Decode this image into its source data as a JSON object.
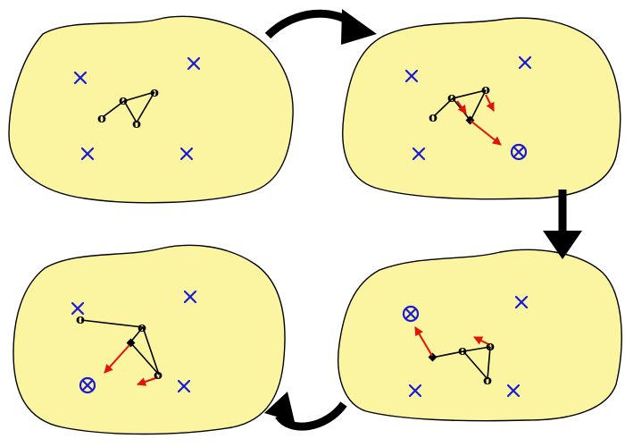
{
  "diagram": {
    "colors": {
      "region_fill": "#fbf5a1",
      "marker": "#1a1ad6",
      "force_arrow": "#e0140c",
      "edge": "#000000"
    },
    "node_glyph": "o",
    "marker_icon": "x-mark-icon",
    "target_icon": "circled-x-target-icon",
    "centroid_icon": "diamond-icon",
    "panels": [
      {
        "id": "top-left",
        "step": 1
      },
      {
        "id": "top-right",
        "step": 2
      },
      {
        "id": "bottom-right",
        "step": 3
      },
      {
        "id": "bottom-left",
        "step": 4
      }
    ],
    "flow": [
      "top-left",
      "top-right",
      "bottom-right",
      "bottom-left"
    ]
  }
}
